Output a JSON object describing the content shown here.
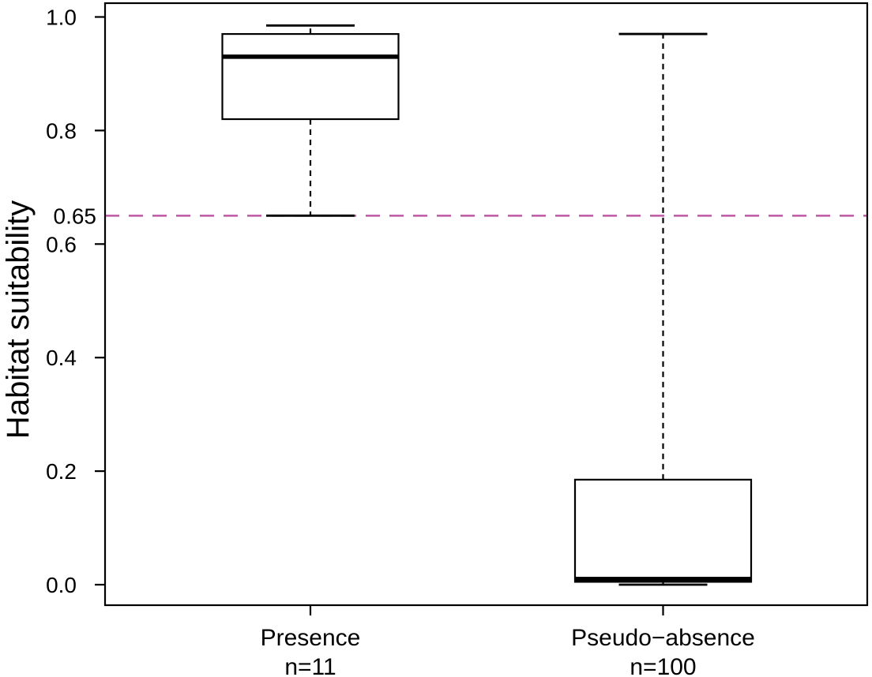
{
  "chart_data": {
    "type": "boxplot",
    "title": "",
    "xlabel": "",
    "ylabel": "Habitat suitability",
    "ylim": [
      -0.04,
      1.04
    ],
    "grid": false,
    "legend": null,
    "yticks": [
      {
        "value": 0.0,
        "label": "0.0",
        "tick_mark": true
      },
      {
        "value": 0.2,
        "label": "0.2",
        "tick_mark": true
      },
      {
        "value": 0.4,
        "label": "0.4",
        "tick_mark": true
      },
      {
        "value": 0.6,
        "label": "0.6",
        "tick_mark": true
      },
      {
        "value": 0.65,
        "label": "0.65",
        "tick_mark": false
      },
      {
        "value": 0.8,
        "label": "0.8",
        "tick_mark": true
      },
      {
        "value": 1.0,
        "label": "1.0",
        "tick_mark": true
      }
    ],
    "groups": [
      {
        "label": "Presence",
        "n_label": "n=11",
        "stats": {
          "min": 0.65,
          "q1": 0.82,
          "median": 0.93,
          "q3": 0.97,
          "max": 0.985
        }
      },
      {
        "label": "Pseudo−absence",
        "n_label": "n=100",
        "stats": {
          "min": 0.0,
          "q1": 0.005,
          "median": 0.01,
          "q3": 0.185,
          "max": 0.97
        }
      }
    ],
    "reference_line": {
      "value": 0.65,
      "label": "0.65",
      "color": "#BE58A5",
      "style": "dashed"
    },
    "colors": {
      "box_stroke": "#000000",
      "box_fill": "#ffffff",
      "axis": "#000000",
      "text": "#000000",
      "background": "#ffffff"
    }
  }
}
